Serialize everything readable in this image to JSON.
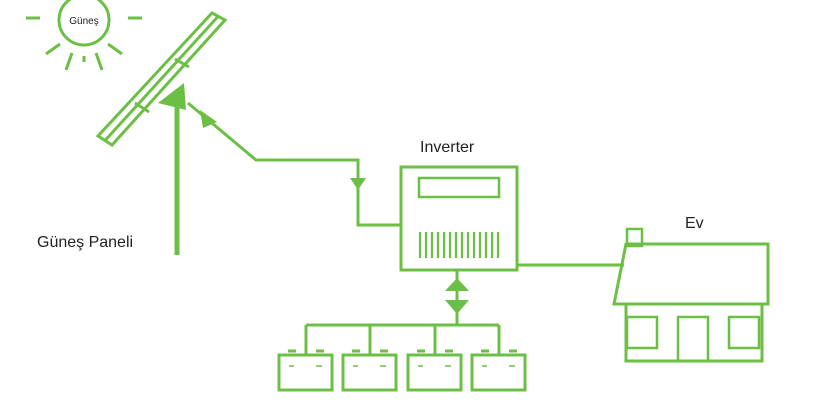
{
  "colors": {
    "accent": "#6cbf45",
    "text": "#222222"
  },
  "labels": {
    "sun": "Güneş",
    "solar_panel": "Güneş Paneli",
    "inverter": "Inverter",
    "house": "Ev"
  }
}
